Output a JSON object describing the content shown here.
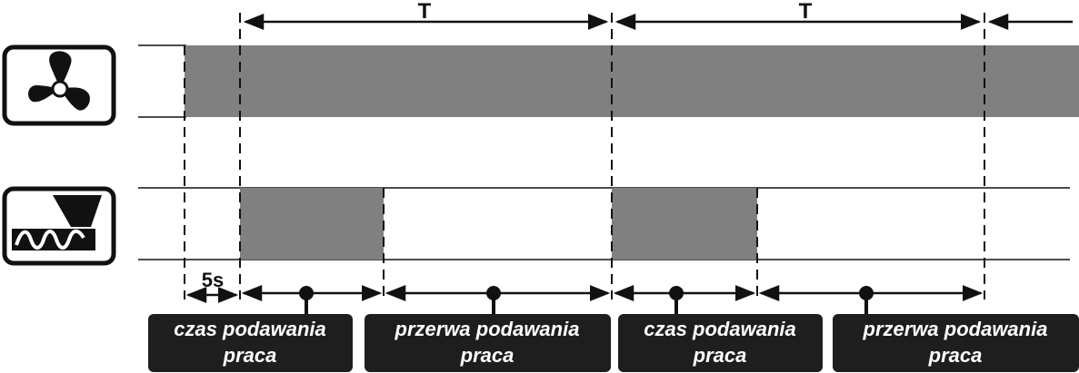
{
  "colors": {
    "active_bar": "#808080",
    "line": "#111111",
    "label_bg": "#1e1e1e",
    "label_text": "#ffffff"
  },
  "icons": {
    "fan": "fan-icon",
    "feeder": "screw-feeder-icon"
  },
  "diagram": {
    "period_label": "T",
    "startup_delay_label": "5s",
    "segments": [
      {
        "line1": "czas podawania",
        "line2": "praca"
      },
      {
        "line1": "przerwa podawania",
        "line2": "praca"
      },
      {
        "line1": "czas podawania",
        "line2": "praca"
      },
      {
        "line1": "przerwa podawania",
        "line2": "praca"
      }
    ]
  }
}
